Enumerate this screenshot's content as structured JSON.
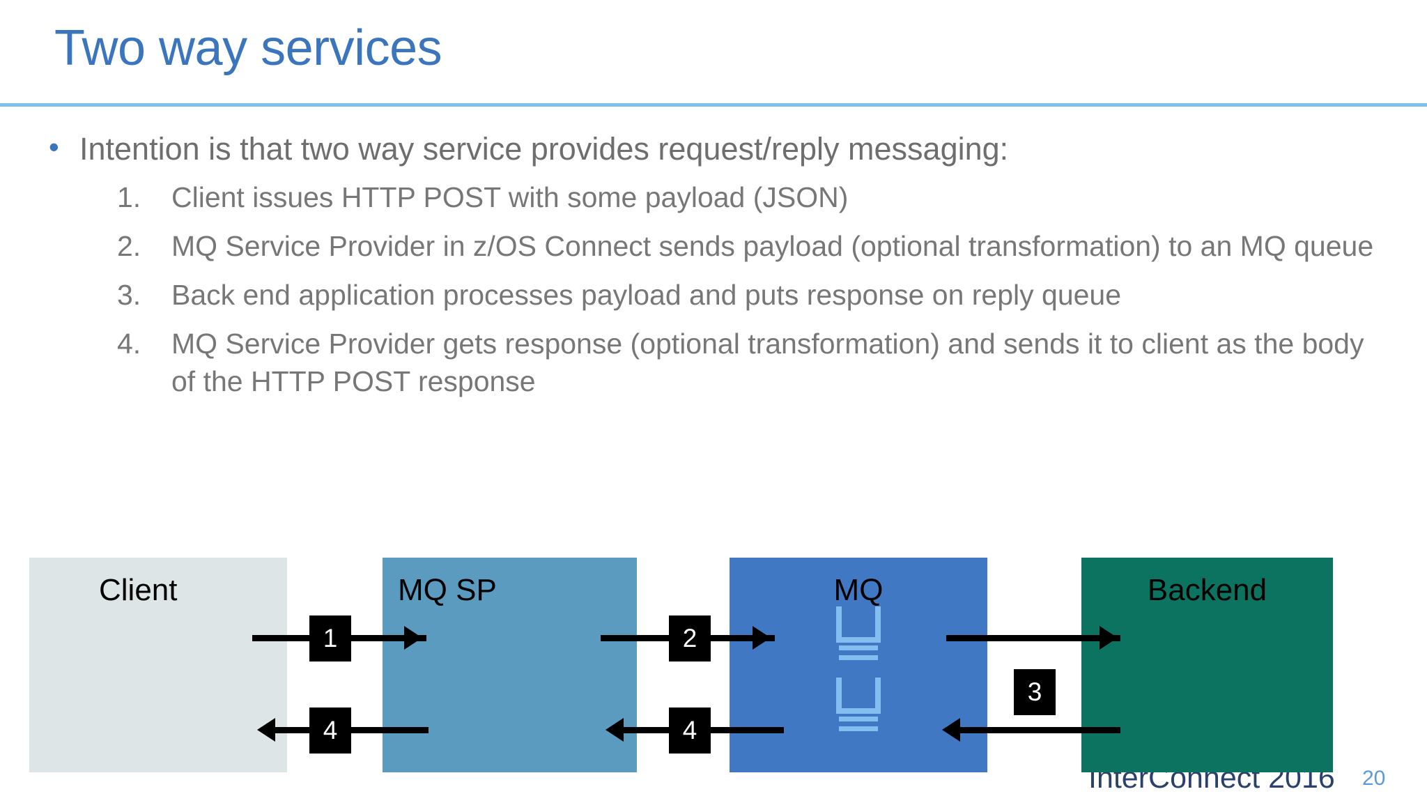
{
  "slide": {
    "title": "Two way services",
    "title_color": "#3a75bd",
    "rule_color": "#7ec1f0",
    "background": "#ffffff"
  },
  "body": {
    "lead_bullet": "Intention is that two way service provides request/reply messaging:",
    "bullet_glyph": "•",
    "steps": [
      {
        "num": "1.",
        "text": "Client issues HTTP POST with some payload (JSON)"
      },
      {
        "num": "2.",
        "text": "MQ Service Provider in z/OS Connect sends payload (optional transformation) to an MQ queue"
      },
      {
        "num": "3.",
        "text": "Back end application processes payload and puts response on reply queue"
      },
      {
        "num": "4.",
        "text": "MQ Service Provider gets response (optional transformation) and sends it to client as the body of the HTTP POST response"
      }
    ],
    "text_color": "#6e6e6e"
  },
  "diagram": {
    "boxes": [
      {
        "id": "client",
        "label": "Client",
        "color": "#dee5e7"
      },
      {
        "id": "mqsp",
        "label": "MQ SP",
        "color": "#5b9bc0"
      },
      {
        "id": "mq",
        "label": "MQ",
        "color": "#4178c4"
      },
      {
        "id": "backend",
        "label": "Backend",
        "color": "#0c7360"
      }
    ],
    "badges": [
      {
        "id": "badge-1",
        "label": "1"
      },
      {
        "id": "badge-2",
        "label": "2"
      },
      {
        "id": "badge-3",
        "label": "3"
      },
      {
        "id": "badge-4a",
        "label": "4"
      },
      {
        "id": "badge-4b",
        "label": "4"
      }
    ],
    "queue_icon_color": "#84bdf0",
    "arrow_color": "#000000"
  },
  "footer": {
    "event": "InterConnect 2016",
    "slide_number": "20",
    "slide_number_color": "#5b9bd5"
  }
}
